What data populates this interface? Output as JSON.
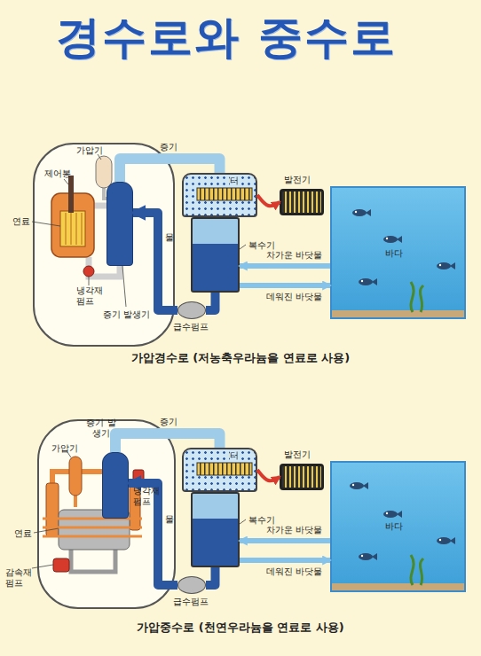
{
  "diagram": {
    "title": "경수로와 중수로",
    "nodes": [
      {
        "text": [
          "증기 발생기"
        ]
      },
      {
        "text": [
          "터"
        ]
      },
      {
        "text": [
          "발전기"
        ]
      },
      {
        "text": [
          "복수기"
        ]
      },
      {
        "text": [
          "급수펌프"
        ]
      },
      {
        "text": [
          "바다"
        ]
      },
      {
        "text": [
          "증기 발생기"
        ]
      },
      {
        "text": [
          "터"
        ]
      },
      {
        "text": [
          "발전기"
        ]
      },
      {
        "text": [
          "복수기"
        ]
      },
      {
        "text": [
          "급수펌프"
        ]
      },
      {
        "text": [
          "바다"
        ]
      }
    ],
    "edges": [
      {
        "from": 0,
        "to": 1,
        "arrow": "none",
        "label": "증기"
      },
      {
        "from": 1,
        "to": 2,
        "arrow": "to"
      },
      {
        "from": 5,
        "to": 3,
        "arrow": "to",
        "label": "차가운 바닷물"
      },
      {
        "from": 3,
        "to": 5,
        "arrow": "to",
        "label": "데워진 바닷물"
      },
      {
        "from": 3,
        "to": 4,
        "arrow": "none"
      },
      {
        "from": 4,
        "to": 0,
        "arrow": "to",
        "label": "물"
      },
      {
        "from": 6,
        "to": 7,
        "arrow": "none",
        "label": "증기"
      },
      {
        "from": 7,
        "to": 8,
        "arrow": "to"
      },
      {
        "from": 11,
        "to": 9,
        "arrow": "to",
        "label": "차가운 바닷물"
      },
      {
        "from": 9,
        "to": 11,
        "arrow": "to",
        "label": "데워진 바닷물"
      },
      {
        "from": 9,
        "to": 10,
        "arrow": "none"
      },
      {
        "from": 10,
        "to": 6,
        "arrow": "to",
        "label": "물"
      }
    ],
    "labels": [
      "가압기",
      "제어봉",
      "연료",
      "냉각재 펌프",
      "가압경수로 (저농축우라늄을 연료로 사용)",
      "가압기",
      "냉각재 펌프",
      "연료",
      "감속재 펌프",
      "가압중수로 (천연우라늄을 연료로 사용)"
    ]
  }
}
